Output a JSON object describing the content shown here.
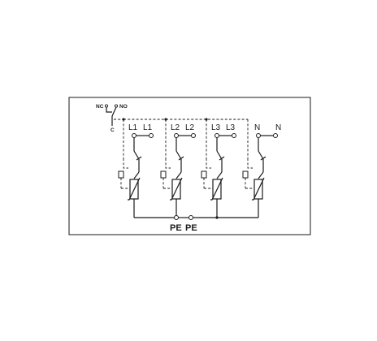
{
  "diagram": {
    "contact_labels": {
      "nc": "NC",
      "no": "NO",
      "c": "C"
    },
    "modules": [
      {
        "in_label": "L1",
        "out_label": "L1"
      },
      {
        "in_label": "L2",
        "out_label": "L2"
      },
      {
        "in_label": "L3",
        "out_label": "L3"
      },
      {
        "in_label": "N",
        "out_label": "N"
      }
    ],
    "earth_labels": {
      "left": "PE",
      "right": "PE"
    }
  }
}
